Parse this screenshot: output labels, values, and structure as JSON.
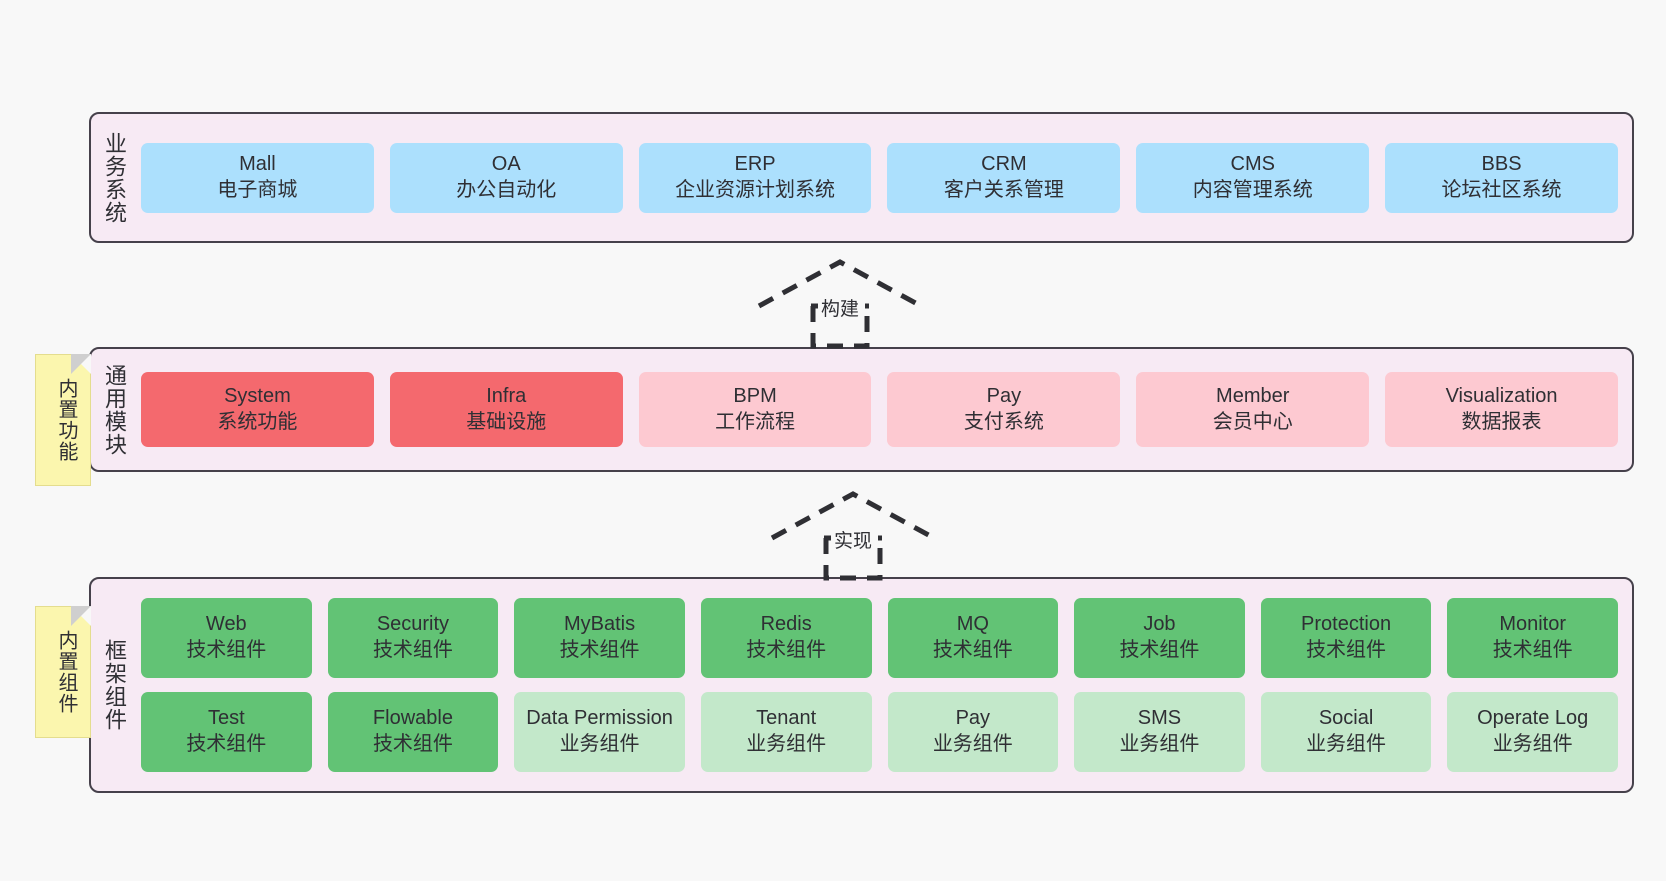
{
  "diagram": {
    "title": "",
    "colors": {
      "panel_bg": "#f7eaf4",
      "panel_border": "#46414b",
      "business_card": "#ace0fd",
      "core_module": "#f4696e",
      "optional_module": "#fdc9d1",
      "tech_component": "#62c375",
      "biz_component": "#c3e8ca",
      "sticky_note": "#fbf6ae",
      "canvas_bg": "#f8f8f8"
    }
  },
  "layers": {
    "business": {
      "title": "业务系统",
      "cards": [
        {
          "en": "Mall",
          "cn": "电子商城"
        },
        {
          "en": "OA",
          "cn": "办公自动化"
        },
        {
          "en": "ERP",
          "cn": "企业资源计划系统"
        },
        {
          "en": "CRM",
          "cn": "客户关系管理"
        },
        {
          "en": "CMS",
          "cn": "内容管理系统"
        },
        {
          "en": "BBS",
          "cn": "论坛社区系统"
        }
      ]
    },
    "modules": {
      "title": "通用模块",
      "sticky": "内置功能",
      "cards": [
        {
          "en": "System",
          "cn": "系统功能",
          "style": "red"
        },
        {
          "en": "Infra",
          "cn": "基础设施",
          "style": "red"
        },
        {
          "en": "BPM",
          "cn": "工作流程",
          "style": "pink"
        },
        {
          "en": "Pay",
          "cn": "支付系统",
          "style": "pink"
        },
        {
          "en": "Member",
          "cn": "会员中心",
          "style": "pink"
        },
        {
          "en": "Visualization",
          "cn": "数据报表",
          "style": "pink"
        }
      ]
    },
    "framework": {
      "title": "框架组件",
      "sticky": "内置组件",
      "row1": [
        {
          "en": "Web",
          "cn": "技术组件"
        },
        {
          "en": "Security",
          "cn": "技术组件"
        },
        {
          "en": "MyBatis",
          "cn": "技术组件"
        },
        {
          "en": "Redis",
          "cn": "技术组件"
        },
        {
          "en": "MQ",
          "cn": "技术组件"
        },
        {
          "en": "Job",
          "cn": "技术组件"
        },
        {
          "en": "Protection",
          "cn": "技术组件"
        },
        {
          "en": "Monitor",
          "cn": "技术组件"
        }
      ],
      "row2": [
        {
          "en": "Test",
          "cn": "技术组件",
          "style": "green"
        },
        {
          "en": "Flowable",
          "cn": "技术组件",
          "style": "green"
        },
        {
          "en": "Data Permission",
          "cn": "业务组件",
          "style": "lgreen"
        },
        {
          "en": "Tenant",
          "cn": "业务组件",
          "style": "lgreen"
        },
        {
          "en": "Pay",
          "cn": "业务组件",
          "style": "lgreen"
        },
        {
          "en": "SMS",
          "cn": "业务组件",
          "style": "lgreen"
        },
        {
          "en": "Social",
          "cn": "业务组件",
          "style": "lgreen"
        },
        {
          "en": "Operate Log",
          "cn": "业务组件",
          "style": "lgreen"
        }
      ]
    }
  },
  "relations": {
    "build": "构建",
    "implement": "实现"
  }
}
